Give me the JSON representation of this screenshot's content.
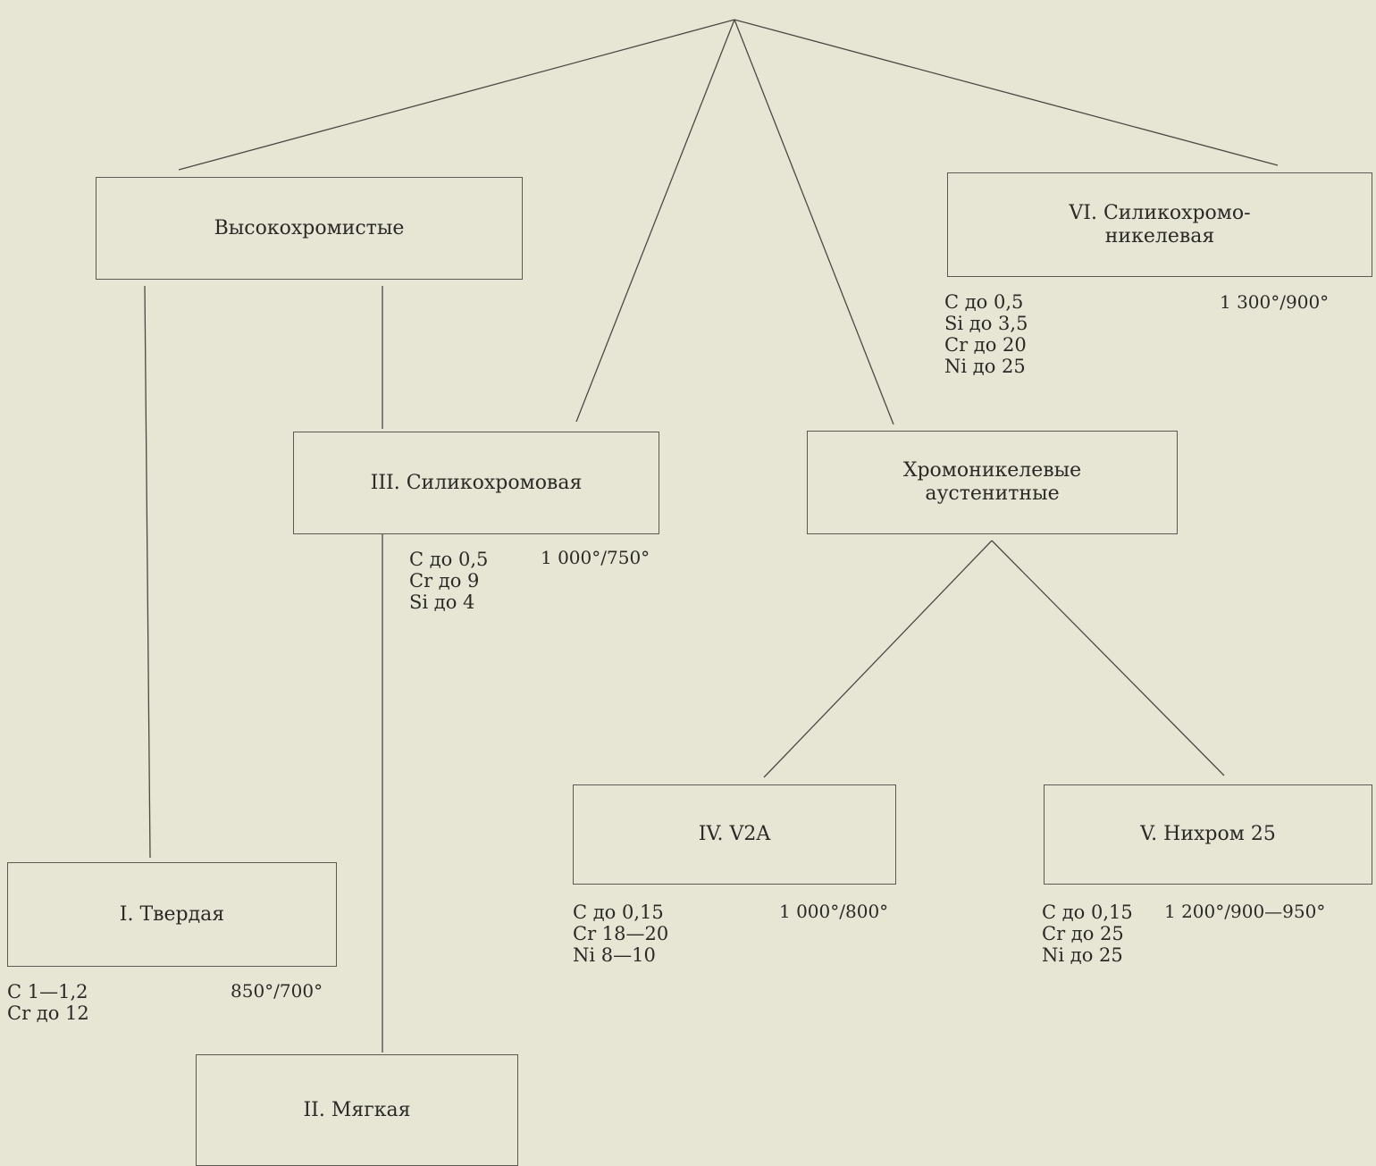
{
  "nodes": {
    "high_chrome": {
      "title": "Высокохромистые"
    },
    "chromonickel": {
      "title_1": "Хромоникелевые",
      "title_2": "аустенитные"
    },
    "I": {
      "title": "I. Твердая",
      "spec": [
        "С 1—1,2",
        "Сr до 12"
      ],
      "temp": "850°/700°"
    },
    "II": {
      "title": "II. Мягкая"
    },
    "III": {
      "title": "III. Силикохромовая",
      "spec": [
        "С до 0,5",
        "Cr до 9",
        "Si до 4"
      ],
      "temp": "1 000°/750°"
    },
    "IV": {
      "title": "IV. V2A",
      "spec": [
        "С до 0,15",
        "Cr 18—20",
        "Ni 8—10"
      ],
      "temp": "1 000°/800°"
    },
    "V": {
      "title": "V. Нихром 25",
      "spec": [
        "С до 0,15",
        "Cr до 25",
        "Ni до 25"
      ],
      "temp": "1 200°/900—950°"
    },
    "VI": {
      "title_1": "VI. Силикохромо-",
      "title_2": "никелевая",
      "spec": [
        "С до 0,5",
        "Si до 3,5",
        "Cr до 20",
        "Ni до 25"
      ],
      "temp": "1 300°/900°"
    }
  }
}
